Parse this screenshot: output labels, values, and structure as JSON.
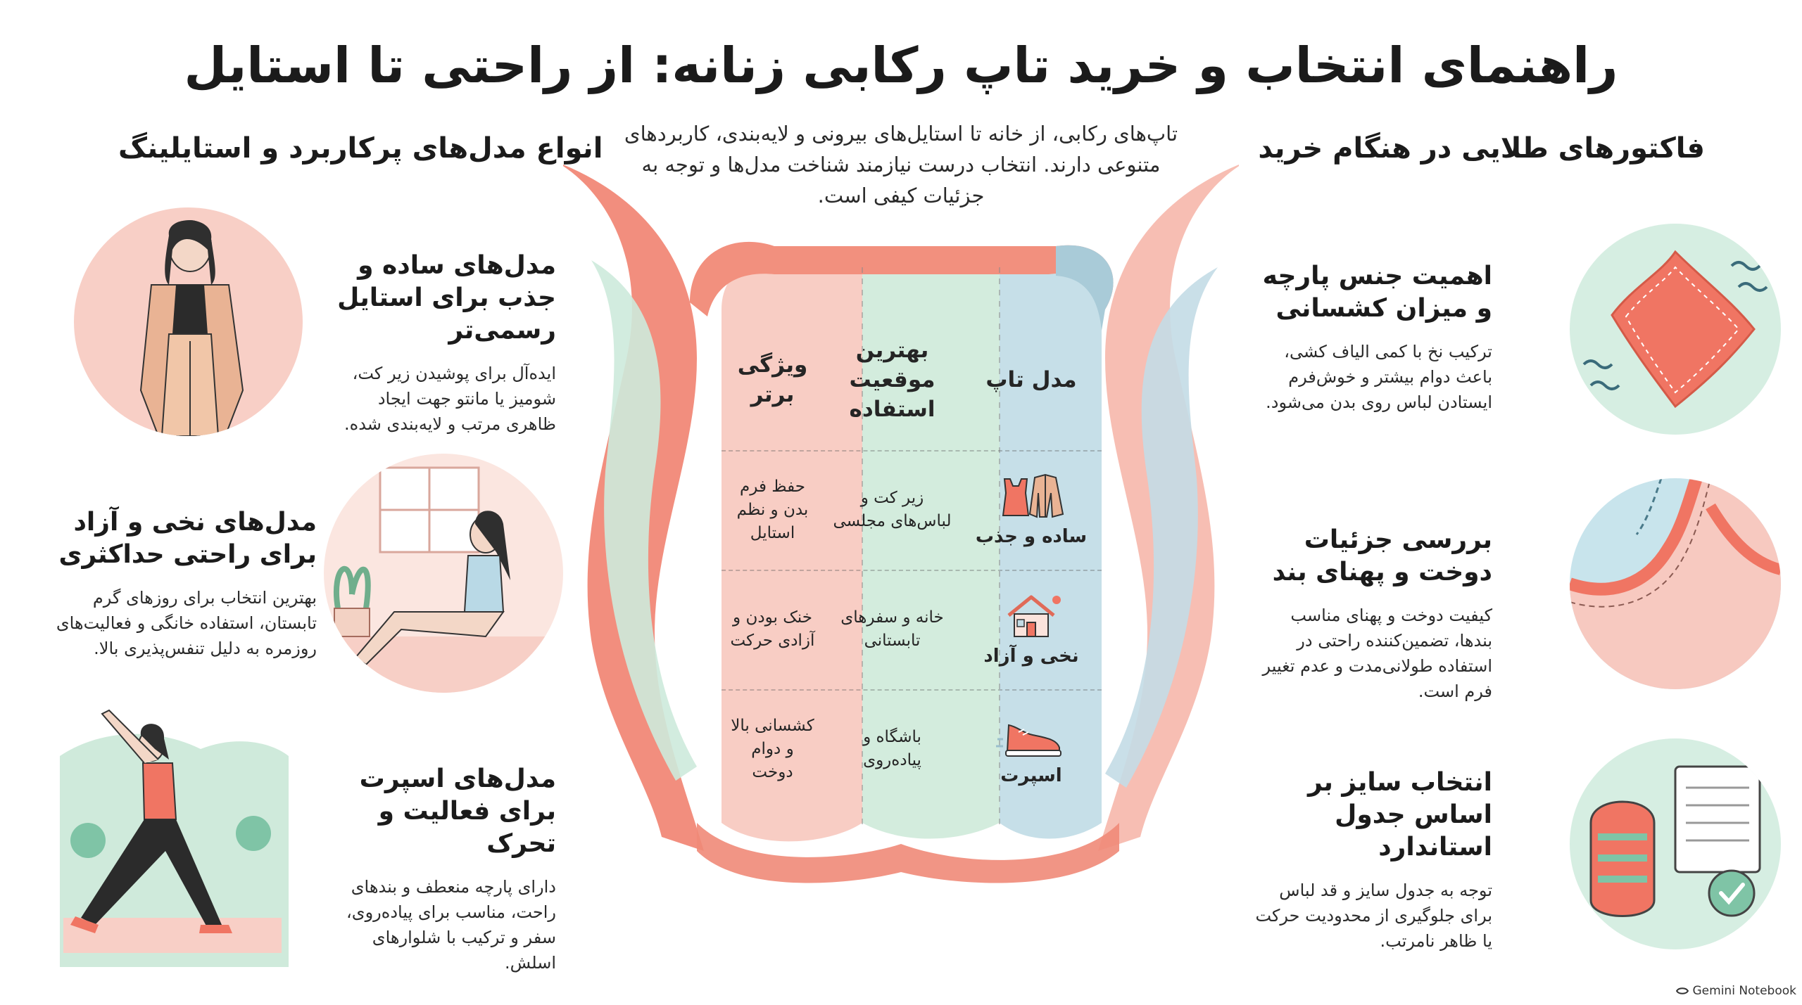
{
  "title": "راهنمای انتخاب و خرید تاپ رکابی زنانه: از راحتی تا استایل",
  "intro": "تاپ‌های رکابی، از خانه تا استایل‌های بیرونی و لایه‌بندی، کاربردهای متنوعی دارند. انتخاب درست نیازمند شناخت مدل‌ها و توجه به جزئیات کیفی است.",
  "right_section": {
    "heading": "فاکتورهای طلایی در هنگام خرید",
    "items": [
      {
        "title": "اهمیت جنس پارچه و میزان کشسانی",
        "text": "ترکیب نخ با کمی الیاف کشی، باعث دوام بیشتر و خوش‌فرم ایستادن لباس روی بدن می‌شود.",
        "icon": "fabric-swatch-icon"
      },
      {
        "title": "بررسی جزئیات دوخت و پهنای بند",
        "text": "کیفیت دوخت و پهنای مناسب بندها، تضمین‌کننده راحتی در استفاده طولانی‌مدت و عدم تغییر فرم است.",
        "icon": "stitching-detail-icon"
      },
      {
        "title": "انتخاب سایز بر اساس جدول استاندارد",
        "text": "توجه به جدول سایز و قد لباس برای جلوگیری از محدودیت حرکت یا ظاهر نامرتب.",
        "icon": "measuring-tape-icon"
      }
    ]
  },
  "left_section": {
    "heading": "انواع مدل‌های پرکاربرد و استایلینگ",
    "items": [
      {
        "title": "مدل‌های ساده و جذب برای استایل رسمی‌تر",
        "text": "ایده‌آل برای پوشیدن زیر کت، شومیز یا مانتو جهت ایجاد ظاهری مرتب و لایه‌بندی شده.",
        "icon": "formal-outfit-illustration"
      },
      {
        "title": "مدل‌های نخی و آزاد برای راحتی حداکثری",
        "text": "بهترین انتخاب برای روزهای گرم تابستان، استفاده خانگی و فعالیت‌های روزمره به دلیل تنفس‌پذیری بالا.",
        "icon": "relaxing-home-illustration"
      },
      {
        "title": "مدل‌های اسپرت برای فعالیت و تحرک",
        "text": "دارای پارچه منعطف و بندهای راحت، مناسب برای پیاده‌روی، سفر و ترکیب با شلوارهای اسلش.",
        "icon": "yoga-stretch-illustration"
      }
    ]
  },
  "table": {
    "headers": [
      "مدل تاپ",
      "بهترین موقعیت استفاده",
      "ویژگی برتر"
    ],
    "rows": [
      {
        "model": "ساده و جذب",
        "icon": "tank-and-blazer-icon",
        "use": "زیر کت و لباس‌های مجلسی",
        "feature": "حفظ فرم بدن و نظم استایل"
      },
      {
        "model": "نخی و آزاد",
        "icon": "house-icon",
        "use": "خانه و سفرهای تابستانی",
        "feature": "خنک بودن و آزادی حرکت"
      },
      {
        "model": "اسپرت",
        "icon": "sneaker-icon",
        "use": "باشگاه و پیاده‌روی",
        "feature": "کشسانی بالا و دوام دوخت"
      }
    ]
  },
  "brand": "Gemini Notebook",
  "colors": {
    "coral": "#f07563",
    "mint": "#cfeadb",
    "blue": "#c3dce6",
    "pink": "#f8cfc6"
  }
}
